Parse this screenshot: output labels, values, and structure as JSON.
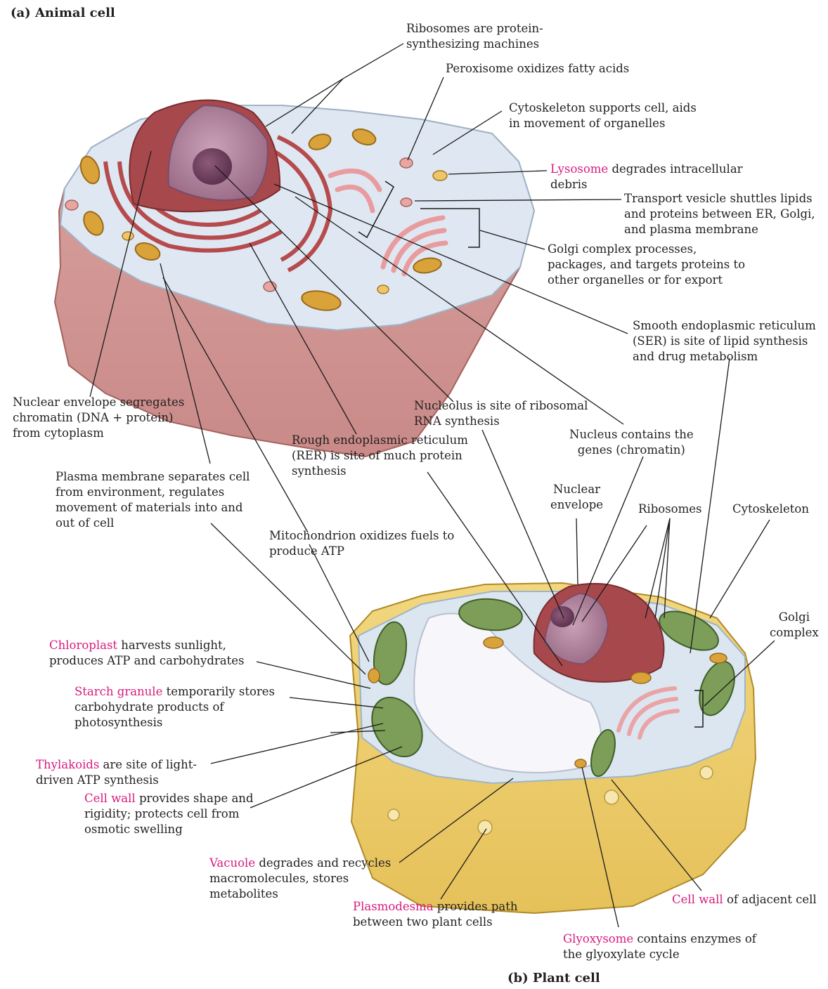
{
  "colors": {
    "highlight": "#d81b7f",
    "text": "#231f20",
    "leader": "#1a1a1a"
  },
  "panel_a": {
    "title": "(a) Animal cell",
    "labels": {
      "ribosomes": [
        "Ribosomes are protein-",
        "synthesizing machines"
      ],
      "peroxisome": [
        "Peroxisome oxidizes fatty acids"
      ],
      "cytoskeleton": [
        "Cytoskeleton supports cell, aids",
        "in movement of organelles"
      ],
      "lysosome": {
        "term": "Lysosome",
        "rest": " degrades intracellular",
        "line2": "debris"
      },
      "transport_vesicle": [
        "Transport vesicle shuttles lipids",
        "and proteins between ER, Golgi,",
        "and plasma membrane"
      ],
      "golgi": [
        "Golgi complex processes,",
        "packages, and targets proteins to",
        "other organelles or for export"
      ],
      "ser": [
        "Smooth endoplasmic reticulum",
        "(SER) is site of lipid synthesis",
        "and drug metabolism"
      ],
      "nuclear_envelope": [
        "Nuclear envelope segregates",
        "chromatin (DNA + protein)",
        "from cytoplasm"
      ],
      "nucleolus": [
        "Nucleolus is site of ribosomal",
        "RNA synthesis"
      ],
      "nucleus": [
        "Nucleus contains the",
        "genes (chromatin)"
      ],
      "rer": [
        "Rough endoplasmic reticulum",
        "(RER) is site of much protein",
        "synthesis"
      ],
      "plasma_membrane": [
        "Plasma membrane separates cell",
        "from environment, regulates",
        "movement of materials into and",
        "out of cell"
      ],
      "mitochondrion": [
        "Mitochondrion oxidizes fuels to",
        "produce ATP"
      ]
    }
  },
  "panel_b": {
    "title": "(b) Plant cell",
    "labels": {
      "nuclear_envelope": [
        "Nuclear",
        "envelope"
      ],
      "ribosomes": "Ribosomes",
      "cytoskeleton": "Cytoskeleton",
      "golgi": [
        "Golgi",
        "complex"
      ],
      "chloroplast": {
        "term": "Chloroplast",
        "rest": " harvests sunlight,",
        "line2": "produces ATP and carbohydrates"
      },
      "starch": {
        "term": "Starch granule",
        "rest": " temporarily stores",
        "line2": "carbohydrate products of",
        "line3": "photosynthesis"
      },
      "thylakoids": {
        "term": "Thylakoids",
        "rest": " are site of light-",
        "line2": "driven ATP synthesis"
      },
      "cell_wall": {
        "term": "Cell wall",
        "rest": " provides shape and",
        "line2": "rigidity; protects cell from",
        "line3": "osmotic swelling"
      },
      "vacuole": {
        "term": "Vacuole",
        "rest": " degrades and recycles",
        "line2": "macromolecules, stores",
        "line3": "metabolites"
      },
      "plasmodesma": {
        "term": "Plasmodesma",
        "rest": " provides path",
        "line2": "between two plant cells"
      },
      "cell_wall_adjacent": {
        "term": "Cell wall",
        "rest": " of adjacent cell"
      },
      "glyoxysome": {
        "term": "Glyoxysome",
        "rest": " contains enzymes of",
        "line2": "the glyoxylate cycle"
      }
    }
  }
}
